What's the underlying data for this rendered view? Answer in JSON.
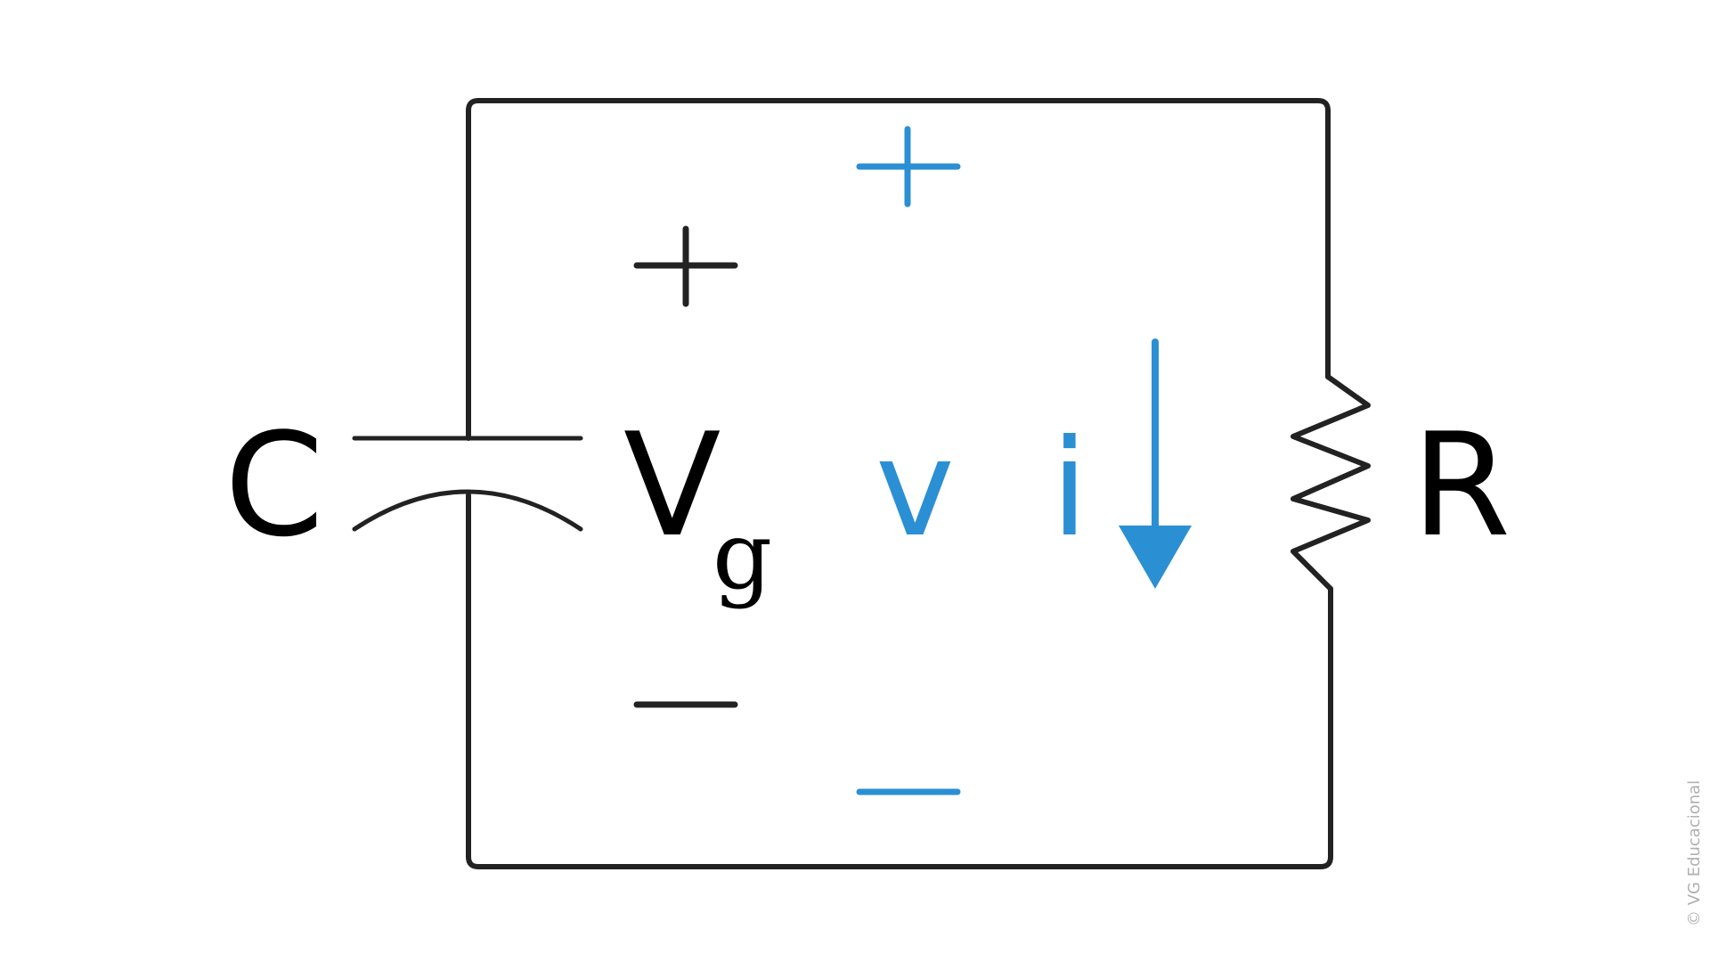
{
  "labels": {
    "capacitor": "C",
    "source_voltage": "V",
    "source_voltage_subscript": "g",
    "load_voltage": "v",
    "current": "i",
    "resistor": "R",
    "plus_sign": "+",
    "minus_sign": "−"
  },
  "watermark": "© VG Educacional",
  "colors": {
    "wire": "#222222",
    "accent": "#2b8fd4",
    "watermark": "#b0b0b0",
    "background": "#ffffff"
  }
}
